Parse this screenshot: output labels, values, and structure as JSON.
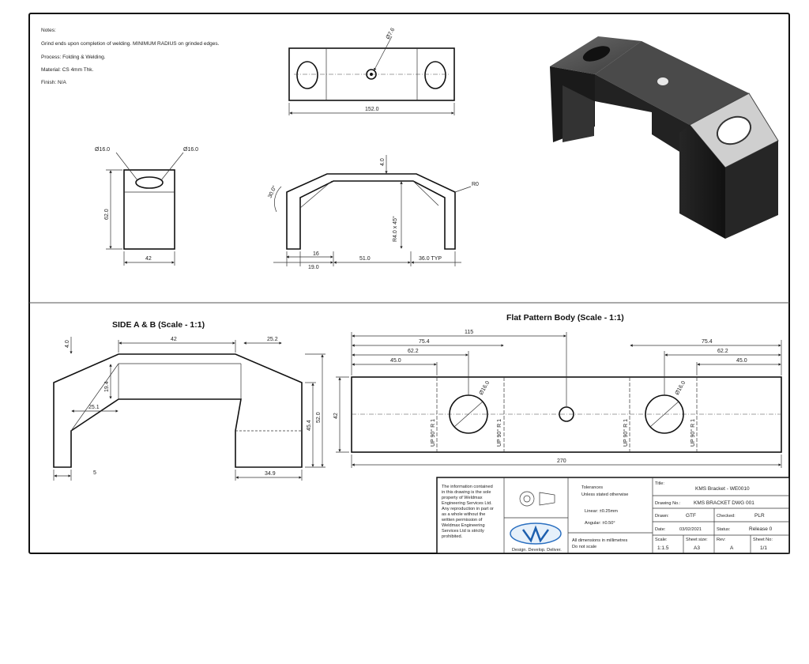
{
  "notes": {
    "title": "Notes:",
    "lines": [
      "Grind ends upon completion of welding. MINIMUM RADIUS on grinded edges.",
      "Process: Folding & Welding.",
      "Material: CS 4mm Thk.",
      "Finish: N/A"
    ]
  },
  "top_view": {
    "hole_dia": "Ø7.6",
    "overall": "152.0"
  },
  "side_view": {
    "left_callout": "Ø16.0",
    "right_callout": "Ø16.0",
    "height": "62.0",
    "width": "42"
  },
  "front_view": {
    "angle": "30.0°",
    "thickness": "4.0",
    "radius": "R0",
    "bend_note": "R4.0 x 45°",
    "dims": [
      "16",
      "51.0",
      "36.0 TYP",
      "19.0"
    ]
  },
  "side_ab": {
    "title": "SIDE A & B (Scale - 1:1)",
    "dims": [
      "4.0",
      "42",
      "25.2",
      "19.4",
      "25.1",
      "45.4",
      "52.0",
      "34.9",
      "5"
    ]
  },
  "flat_pattern": {
    "title": "Flat Pattern Body (Scale - 1:1)",
    "dims": [
      "115",
      "75.4",
      "62.2",
      "45.0",
      "75.4",
      "62.2",
      "45.0",
      "270",
      "42"
    ],
    "hole_labels": [
      "Ø16.0",
      "Ø16.0"
    ],
    "bend_labels": [
      "UP 90° R 1",
      "UP 90° R 1",
      "UP 90° R 1",
      "UP 90° R 1"
    ]
  },
  "title_block": {
    "disclaimer": [
      "The information contained",
      "in this drawing is the sole",
      "property of Weldmax",
      "Engineering Services Ltd.",
      "Any reproduction in part or",
      "as a whole without the",
      "written permission of",
      "Weldmax Engineering",
      "Services Ltd is strictly",
      "prohibited."
    ],
    "logo_text": "Design. Develop. Deliver.",
    "tolerances": {
      "heading": "Tolerances",
      "sub": "Unless stated otherwise",
      "linear": "Linear: ±0.25mm",
      "angular": "Angular: ±0.50°",
      "note1": "All dimensions in millimetres",
      "note2": "Do not scale"
    },
    "fields": {
      "title_label": "Title:",
      "title_value": "KMS Bracket - WE0010",
      "drawing_label": "Drawing No.:",
      "drawing_value": "KMS BRACKET DWG 001",
      "drawn_label": "Drawn:",
      "drawn_value": "GTF",
      "checked_label": "Checked:",
      "checked_value": "PLR",
      "date_label": "Date:",
      "date_value": "03/02/2021",
      "status_label": "Status:",
      "status_value": "Release 0",
      "scale_label": "Scale:",
      "scale_value": "1:1.5",
      "size_label": "Sheet size:",
      "size_value": "A3",
      "rev_label": "Rev:",
      "rev_value": "A",
      "sheet_label": "Sheet No:",
      "sheet_value": "1/1"
    }
  }
}
